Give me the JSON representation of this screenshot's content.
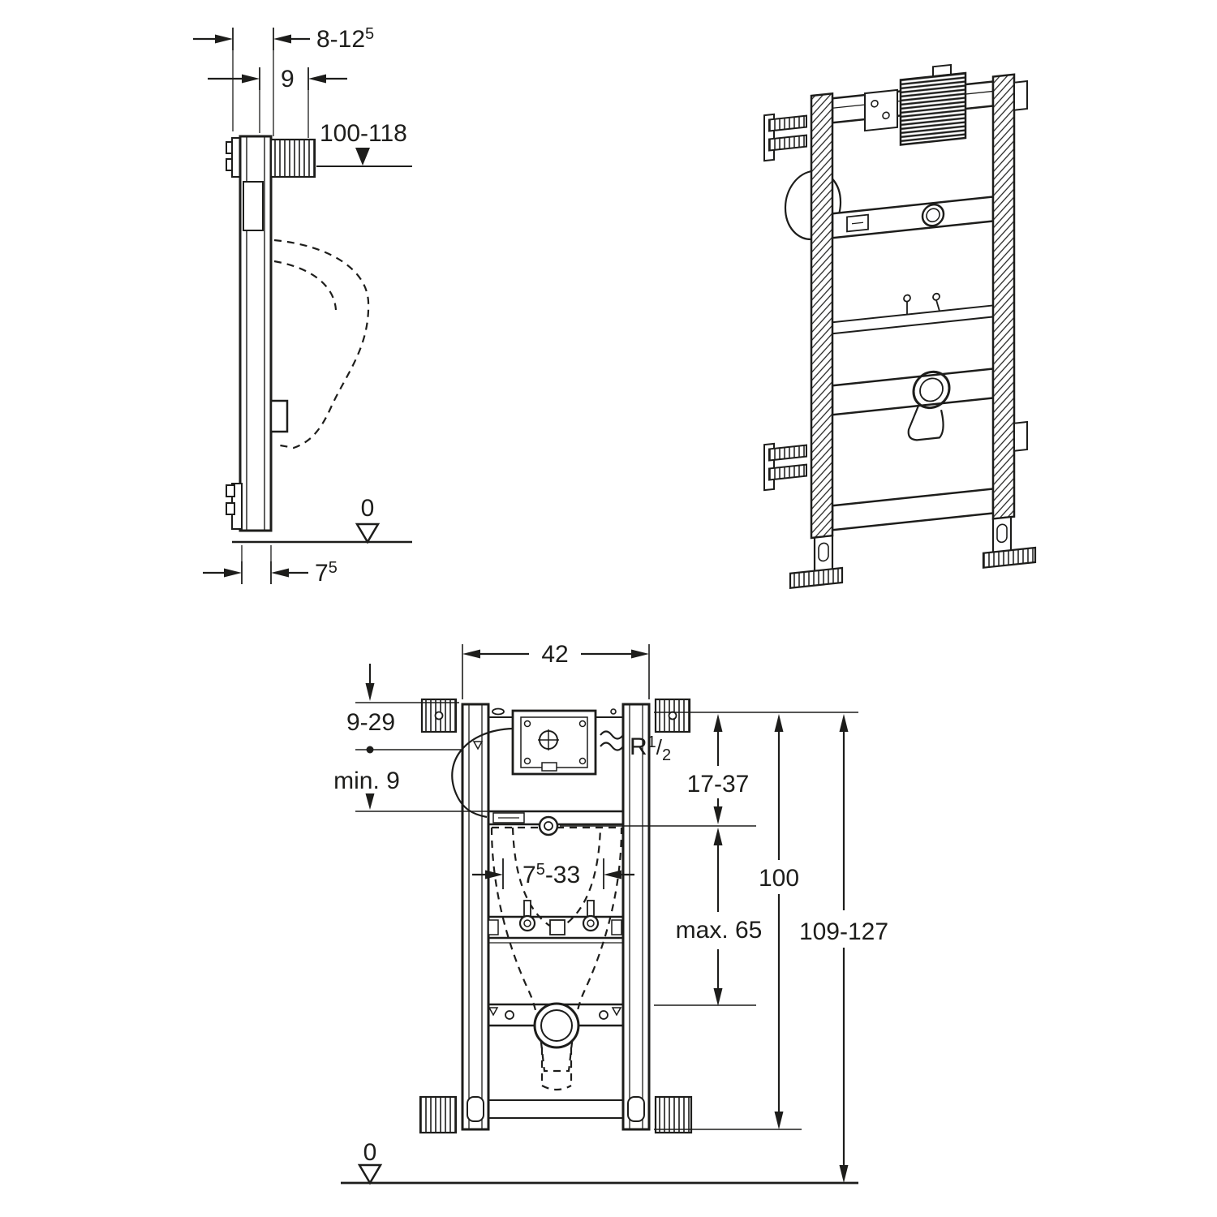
{
  "colors": {
    "line": "#1d1d1b",
    "background": "#ffffff"
  },
  "side_view": {
    "dim_wall_distance_base": "8-12",
    "dim_wall_distance_sup": "5",
    "dim_plate_width": "9",
    "dim_top_height": "100-118",
    "datum": "0",
    "dim_floor_depth_base": "7",
    "dim_floor_depth_sup": "5"
  },
  "front_view": {
    "dim_width": "42",
    "dim_supply_offset": "9-29",
    "dim_min_clearance": "min. 9",
    "thread_base": "R",
    "thread_numerator": "1",
    "thread_slash": "/",
    "thread_denominator": "2",
    "dim_flushpipe_range": "17-37",
    "dim_fixing_base": "7",
    "dim_fixing_sup": "5",
    "dim_fixing_rest": "-33",
    "dim_outlet_max": "max. 65",
    "dim_frame_height": "100",
    "dim_total_height": "109-127",
    "datum": "0"
  }
}
